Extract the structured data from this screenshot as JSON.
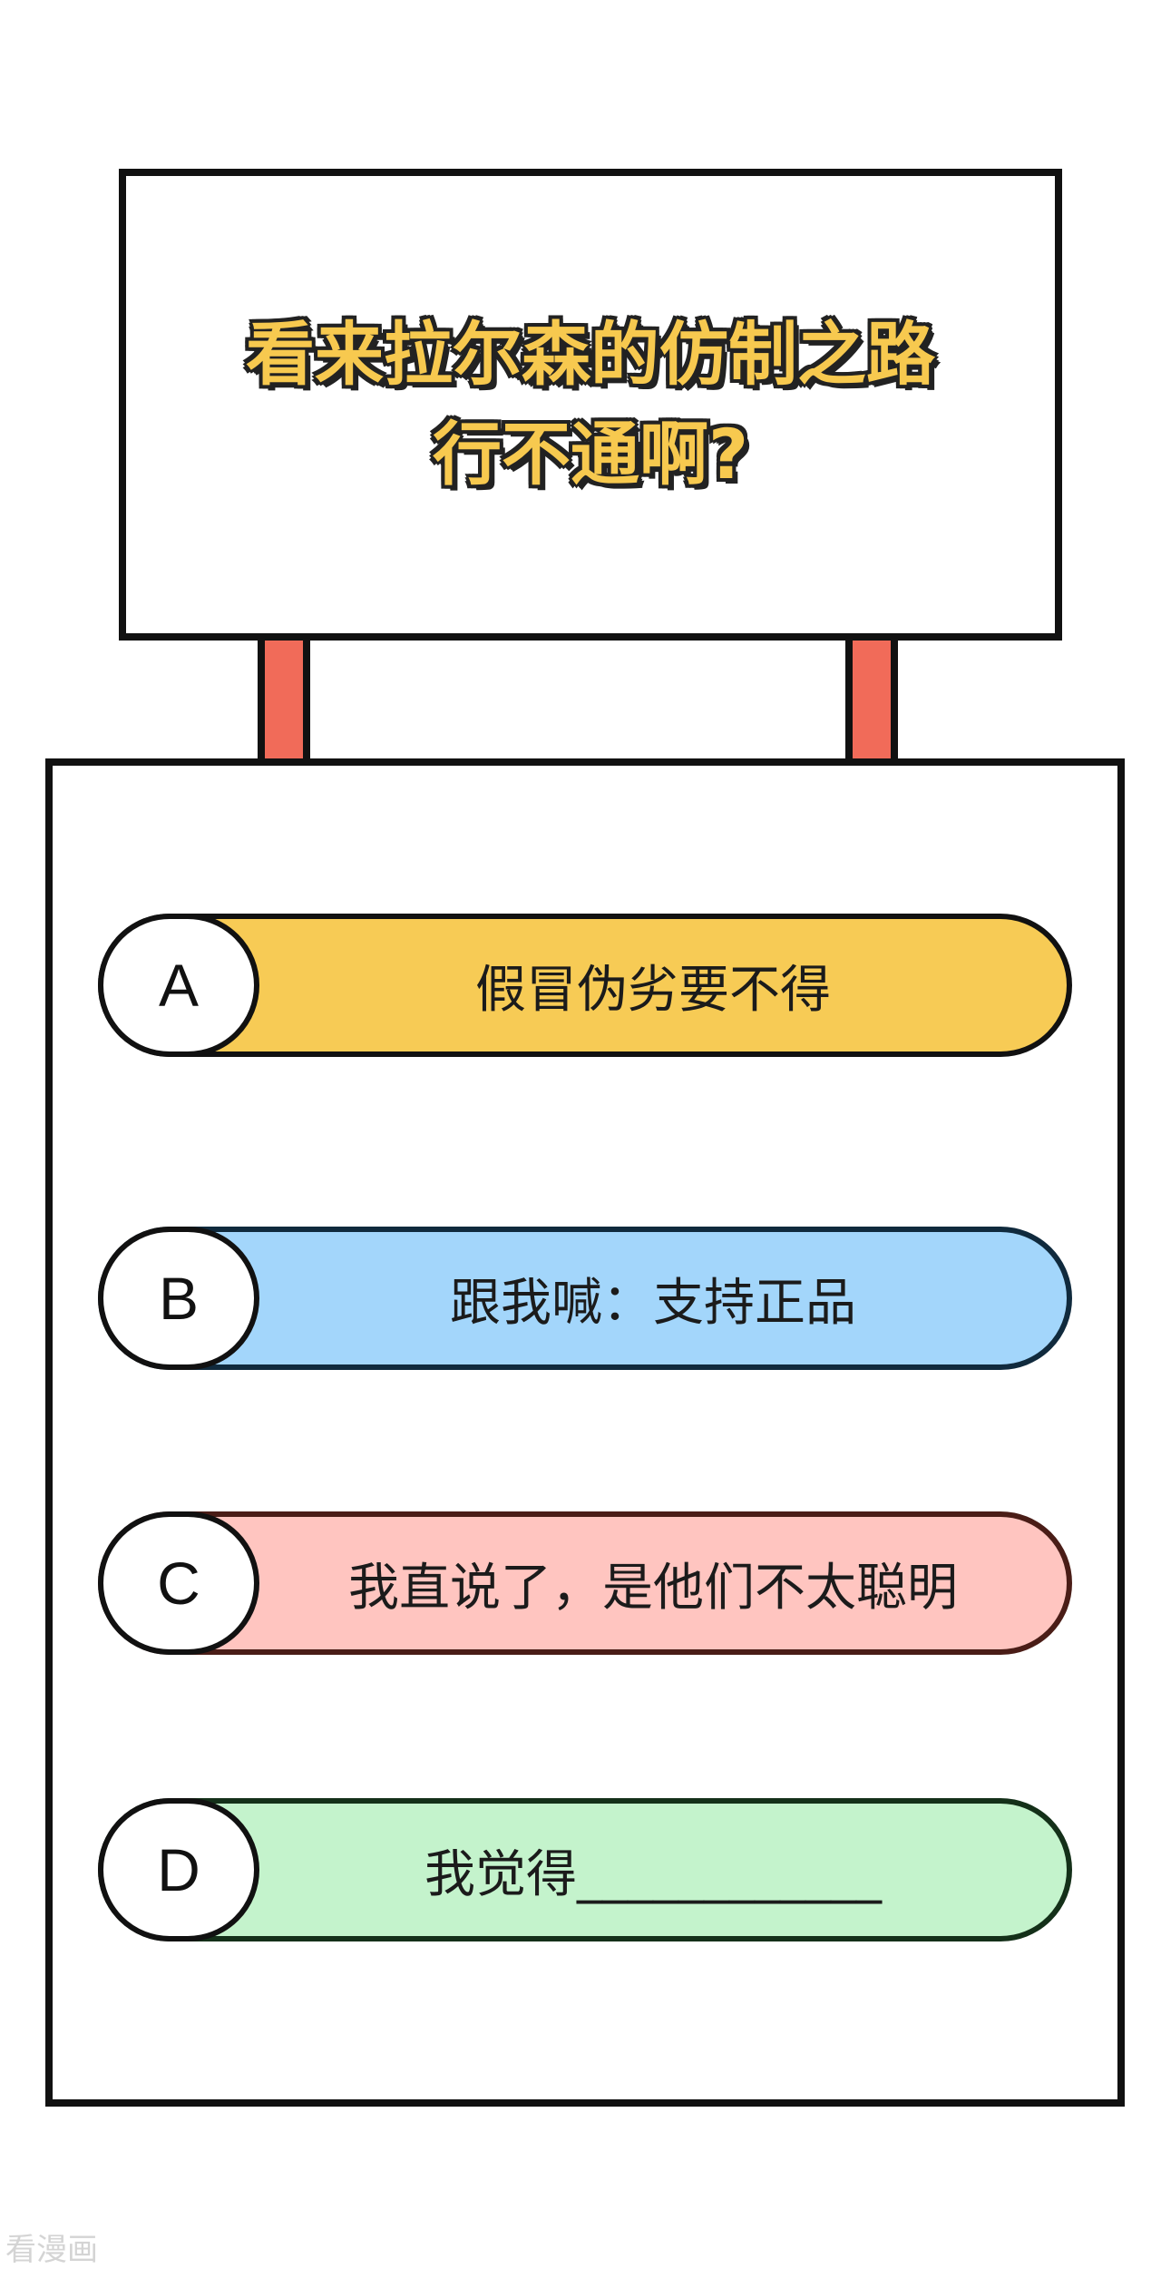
{
  "question": {
    "line1": "看来拉尔森的仿制之路",
    "line2": "行不通啊?"
  },
  "options": [
    {
      "letter": "A",
      "text": "假冒伪劣要不得",
      "color": "#f7cb55"
    },
    {
      "letter": "B",
      "text": "跟我喊：支持正品",
      "color": "#a3d6fb"
    },
    {
      "letter": "C",
      "text": "我直说了，是他们不太聪明",
      "color": "#ffc5c0"
    },
    {
      "letter": "D",
      "text": "我觉得____________",
      "color": "#c4f3cc"
    }
  ],
  "watermark": "看漫画",
  "colors": {
    "title_fill": "#f7c94f",
    "post": "#f16b59",
    "outline": "#111111"
  }
}
